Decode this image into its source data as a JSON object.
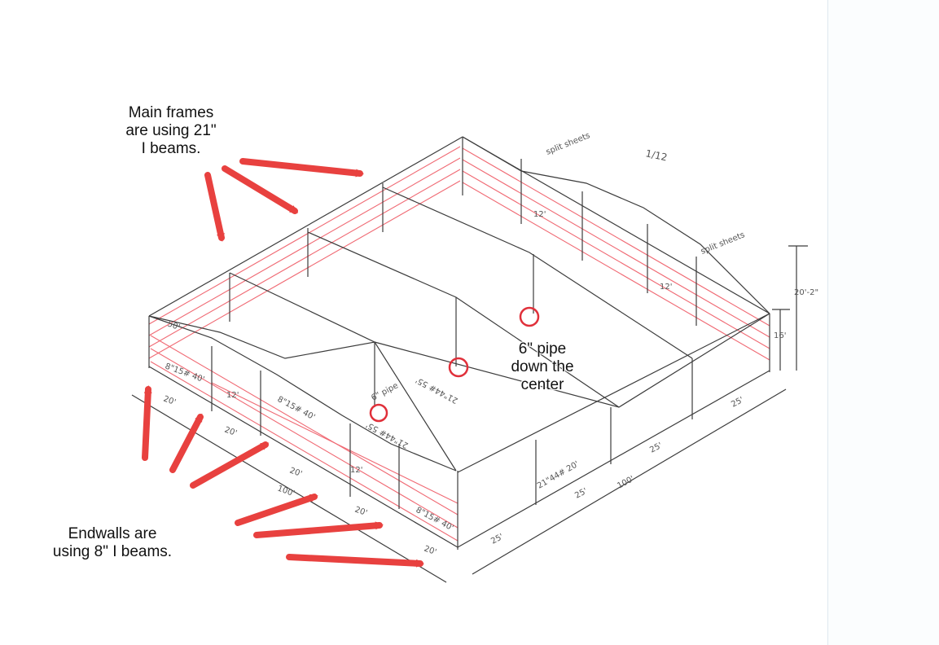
{
  "callouts": {
    "main_frames": [
      "Main frames",
      "are using 21\"",
      "I beams."
    ],
    "endwalls": [
      "Endwalls are",
      "using 8\" I beams."
    ],
    "pipe": [
      "6\" pipe",
      "down the",
      "center"
    ]
  },
  "sketch": {
    "sheet_label": "1/12",
    "split_sheets_top": "split sheets",
    "split_sheets_right": "split sheets",
    "eave_height": "16'",
    "peak_height": "20'-2\"",
    "pipe_label": "6\" pipe",
    "ridge_beam_1": "21\"44# 55'",
    "ridge_beam_2": "21\"44# 55'",
    "frame_beam": "21\"44# 20'",
    "corner_label": "50'",
    "girt_label_1": "8\"15# 40'",
    "girt_label_2": "8\"15# 40'",
    "girt_label_3": "8\"15# 40'",
    "bay_20": "20'",
    "bay_12": "12'",
    "bay_25": "25'",
    "length_100": "100'"
  },
  "colors": {
    "arrow": "#e8413f",
    "circle": "#e0303a",
    "girt": "#f06a74",
    "pencil": "#3c3c3c"
  }
}
